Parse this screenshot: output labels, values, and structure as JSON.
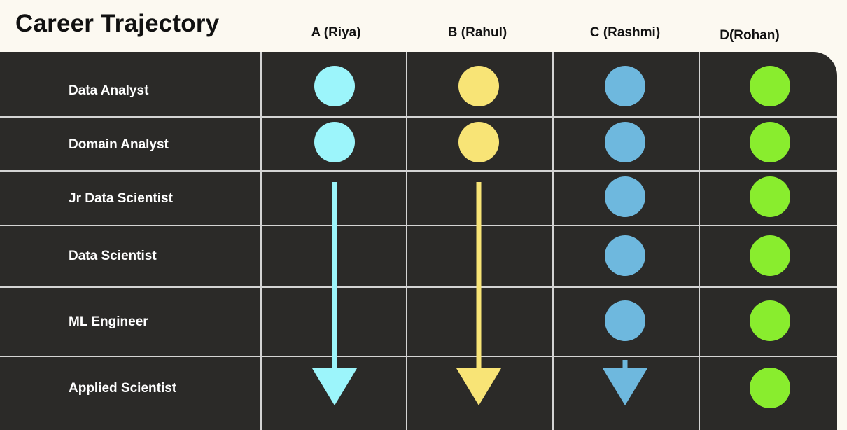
{
  "title": "Career Trajectory",
  "people": [
    {
      "label": "A (Riya)",
      "color": "#9cf5fb",
      "path": [
        "dot",
        "dot",
        "arrow",
        "arrow",
        "arrow",
        "arrow"
      ]
    },
    {
      "label": "B (Rahul)",
      "color": "#f8e476",
      "path": [
        "dot",
        "dot",
        "arrow",
        "arrow",
        "arrow",
        "arrow"
      ]
    },
    {
      "label": "C (Rashmi)",
      "color": "#6eb8de",
      "path": [
        "dot",
        "dot",
        "dot",
        "dot",
        "dot",
        "arrow"
      ]
    },
    {
      "label": "D(Rohan)",
      "color": "#89ed2e",
      "path": [
        "dot",
        "dot",
        "dot",
        "dot",
        "dot",
        "dot"
      ]
    }
  ],
  "roles": [
    "Data Analyst",
    "Domain Analyst",
    "Jr Data Scientist",
    "Data Scientist",
    "ML Engineer",
    "Applied Scientist"
  ]
}
